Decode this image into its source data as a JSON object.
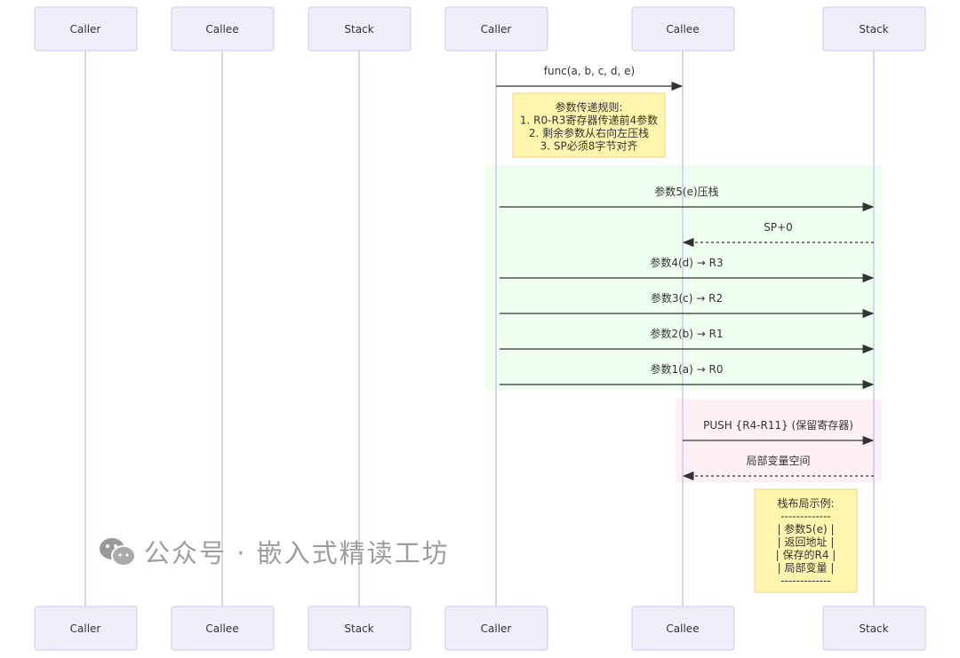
{
  "actors_top": [
    "Caller",
    "Callee",
    "Stack",
    "Caller",
    "Callee",
    "Stack"
  ],
  "actors_bottom": [
    "Caller",
    "Callee",
    "Stack",
    "Caller",
    "Callee",
    "Stack"
  ],
  "messages": [
    {
      "label": "func(a, b, c, d, e)",
      "from": "Caller",
      "to": "Callee",
      "style": "solid"
    },
    {
      "label": "参数5(e)压栈",
      "from": "Caller",
      "to": "Stack",
      "style": "solid"
    },
    {
      "label": "SP+0",
      "from": "Stack",
      "to": "Callee",
      "style": "dashed"
    },
    {
      "label": "参数4(d) → R3",
      "from": "Caller",
      "to": "Stack",
      "style": "solid"
    },
    {
      "label": "参数3(c) → R2",
      "from": "Caller",
      "to": "Stack",
      "style": "solid"
    },
    {
      "label": "参数2(b) → R1",
      "from": "Caller",
      "to": "Stack",
      "style": "solid"
    },
    {
      "label": "参数1(a) → R0",
      "from": "Caller",
      "to": "Stack",
      "style": "solid"
    },
    {
      "label": "PUSH {R4-R11} (保留寄存器)",
      "from": "Callee",
      "to": "Stack",
      "style": "solid"
    },
    {
      "label": "局部变量空间",
      "from": "Stack",
      "to": "Callee",
      "style": "dashed"
    }
  ],
  "note1": [
    "参数传递规则:",
    "1. R0-R3寄存器传递前4参数",
    "2. 剩余参数从右向左压栈",
    "3. SP必须8字节对齐"
  ],
  "note2": [
    "栈布局示例:",
    "-------------",
    "| 参数5(e) |",
    "| 返回地址 |",
    "| 保存的R4 |",
    "| 局部变量 |",
    "-------------"
  ],
  "regions": {
    "green": "#efffef",
    "pink": "#fff0f5"
  },
  "watermark": "公众号 · 嵌入式精读工坊"
}
